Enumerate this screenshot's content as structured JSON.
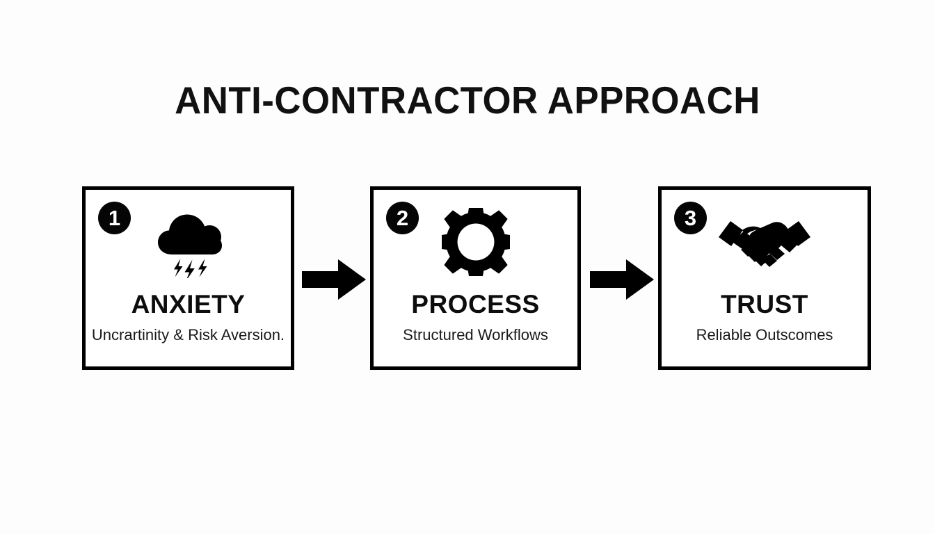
{
  "page": {
    "title": "ANTI-CONTRACTOR APPROACH",
    "background_color": "#fdfdfe",
    "ink_color": "#000000"
  },
  "diagram": {
    "type": "horizontal-process-flow",
    "step_count": 3,
    "arrow_symbol": "right-arrow",
    "steps": [
      {
        "number": "1",
        "icon": "storm-cloud-icon",
        "title": "ANXIETY",
        "subtitle": "Uncrartinity & Risk Aversion."
      },
      {
        "number": "2",
        "icon": "gear-icon",
        "title": "PROCESS",
        "subtitle": "Structured Workflows"
      },
      {
        "number": "3",
        "icon": "handshake-icon",
        "title": "TRUST",
        "subtitle": "Reliable Outscomes"
      }
    ]
  }
}
